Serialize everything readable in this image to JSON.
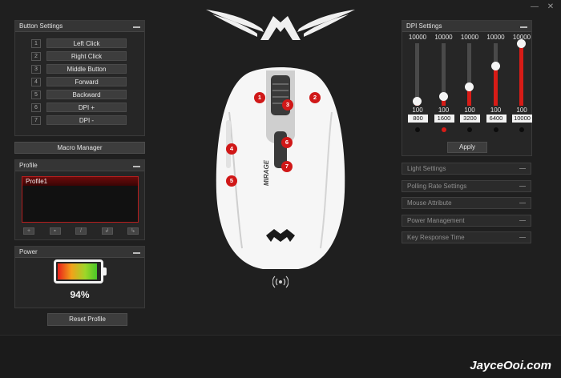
{
  "window": {
    "minimize_label": "—",
    "close_label": "✕"
  },
  "button_settings": {
    "title": "Button Settings",
    "buttons": [
      {
        "num": "1",
        "action": "Left Click"
      },
      {
        "num": "2",
        "action": "Right Click"
      },
      {
        "num": "3",
        "action": "Middle Button"
      },
      {
        "num": "4",
        "action": "Forward"
      },
      {
        "num": "5",
        "action": "Backward"
      },
      {
        "num": "6",
        "action": "DPI +"
      },
      {
        "num": "7",
        "action": "DPI -"
      }
    ]
  },
  "macro_manager_label": "Macro Manager",
  "profile": {
    "title": "Profile",
    "items": [
      "Profile1"
    ],
    "tool_icons": [
      "add-icon",
      "delete-icon",
      "edit-icon",
      "import-icon",
      "export-icon"
    ]
  },
  "power": {
    "title": "Power",
    "battery_percent": 94,
    "battery_text": "94%",
    "colors": {
      "low": "#e8201b",
      "mid": "#f2a21a",
      "high": "#49c828"
    }
  },
  "reset_profile_label": "Reset Profile",
  "mouse": {
    "model_text": "MIRAGE",
    "badges": [
      "1",
      "2",
      "3",
      "4",
      "5",
      "6",
      "7"
    ]
  },
  "dpi_settings": {
    "title": "DPI Settings",
    "max_label": "10000",
    "min_label": "100",
    "levels": [
      {
        "value": "800",
        "numeric": 800,
        "active": false
      },
      {
        "value": "1600",
        "numeric": 1600,
        "active": true
      },
      {
        "value": "3200",
        "numeric": 3200,
        "active": false
      },
      {
        "value": "6400",
        "numeric": 6400,
        "active": false
      },
      {
        "value": "10000",
        "numeric": 10000,
        "active": false
      }
    ],
    "apply_label": "Apply",
    "accent_color": "#d81c17"
  },
  "collapsed_sections": [
    "Light Settings",
    "Polling Rate Settings",
    "Mouse Attribute",
    "Power Management",
    "Key Response Time"
  ],
  "watermark": "JayceOoi.com"
}
